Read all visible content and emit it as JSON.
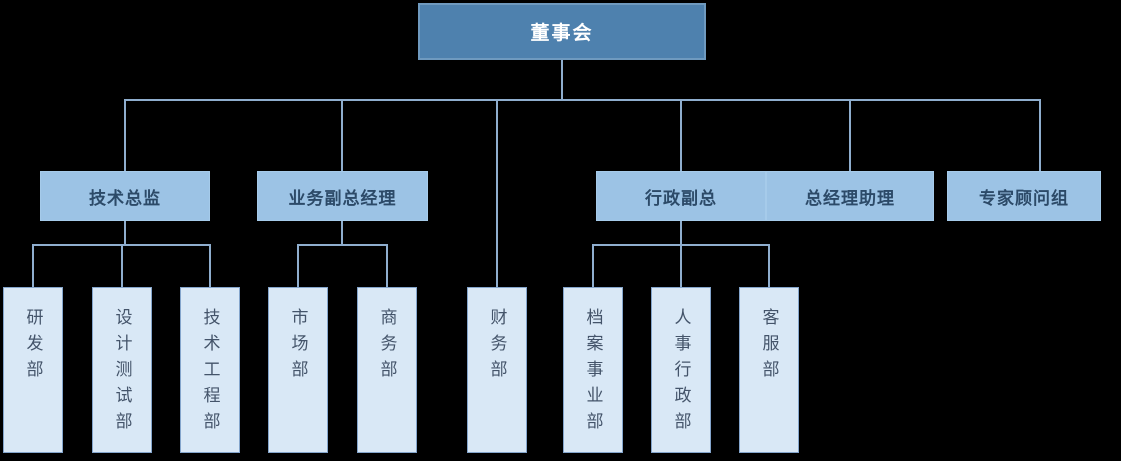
{
  "org_chart": {
    "root": "董事会",
    "children": [
      {
        "label": "技术总监",
        "children": [
          "研发部",
          "设计测试部",
          "技术工程部"
        ]
      },
      {
        "label": "业务副总经理",
        "children": [
          "市场部",
          "商务部"
        ]
      },
      {
        "label": "财务部"
      },
      {
        "label": "行政副总",
        "children": [
          "档案事业部",
          "人事行政部",
          "客服部"
        ]
      },
      {
        "label": "总经理助理"
      },
      {
        "label": "专家顾问组"
      }
    ],
    "colors": {
      "background": "#000000",
      "root_fill": "#4E81AE",
      "root_text": "#FFFFFF",
      "level2_fill": "#9CC3E5",
      "level2_text": "#2C4A68",
      "department_fill": "#D9E8F6",
      "department_border": "#84A5CC",
      "department_text": "#44546A",
      "connector": "#8FAECE"
    }
  }
}
